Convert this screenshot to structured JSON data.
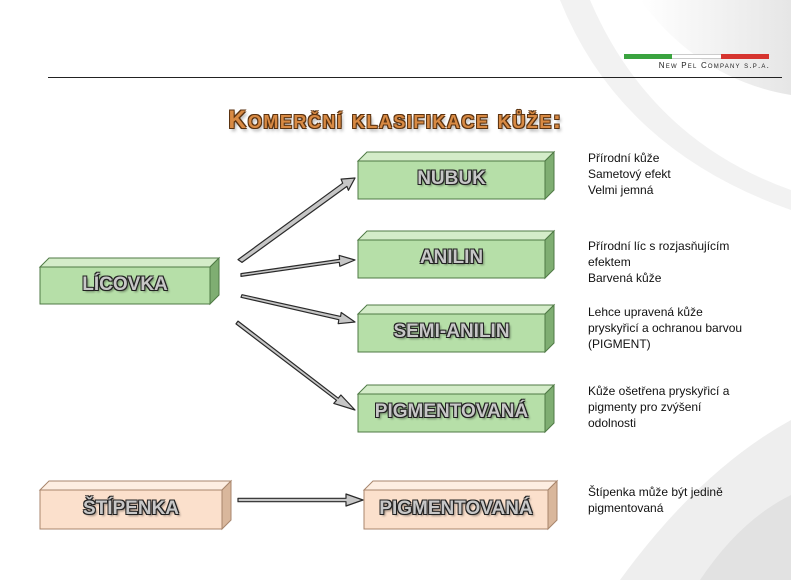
{
  "header": {
    "company": "New Pel Company s.p.a.",
    "flag_colors": [
      "#3aa33f",
      "#ffffff",
      "#d6342f"
    ]
  },
  "title": "Komerční klasifikace kůže:",
  "colors": {
    "green_face": "#b6dfa8",
    "green_stroke": "#4f7a45",
    "peach_face": "#fbe0cc",
    "peach_stroke": "#a8866d",
    "arrow_fill": "#c6c6c6"
  },
  "nodes": {
    "licovka": "LÍCOVKA",
    "nubuk": "NUBUK",
    "anilin": "ANILIN",
    "semi_anilin": "SEMI-ANILIN",
    "pigmentovana": "PIGMENTOVANÁ",
    "stipenka": "ŠTÍPENKA",
    "stipenka_pigmentovana": "PIGMENTOVANÁ"
  },
  "descriptions": {
    "nubuk": [
      "Přírodní kůže",
      "Sametový efekt",
      "Velmi jemná"
    ],
    "anilin": [
      "Přírodní líc s rozjasňujícím",
      "efektem",
      "Barvená kůže"
    ],
    "semi_anilin": [
      "Lehce upravená kůže",
      "pryskyřicí a ochranou barvou",
      "(PIGMENT)"
    ],
    "pigmentovana": [
      "Kůže ošetřena pryskyřicí a",
      "pigmenty pro zvýšení",
      "odolnosti"
    ],
    "stipenka": [
      "Štípenka může být jedině",
      "pigmentovaná"
    ]
  }
}
